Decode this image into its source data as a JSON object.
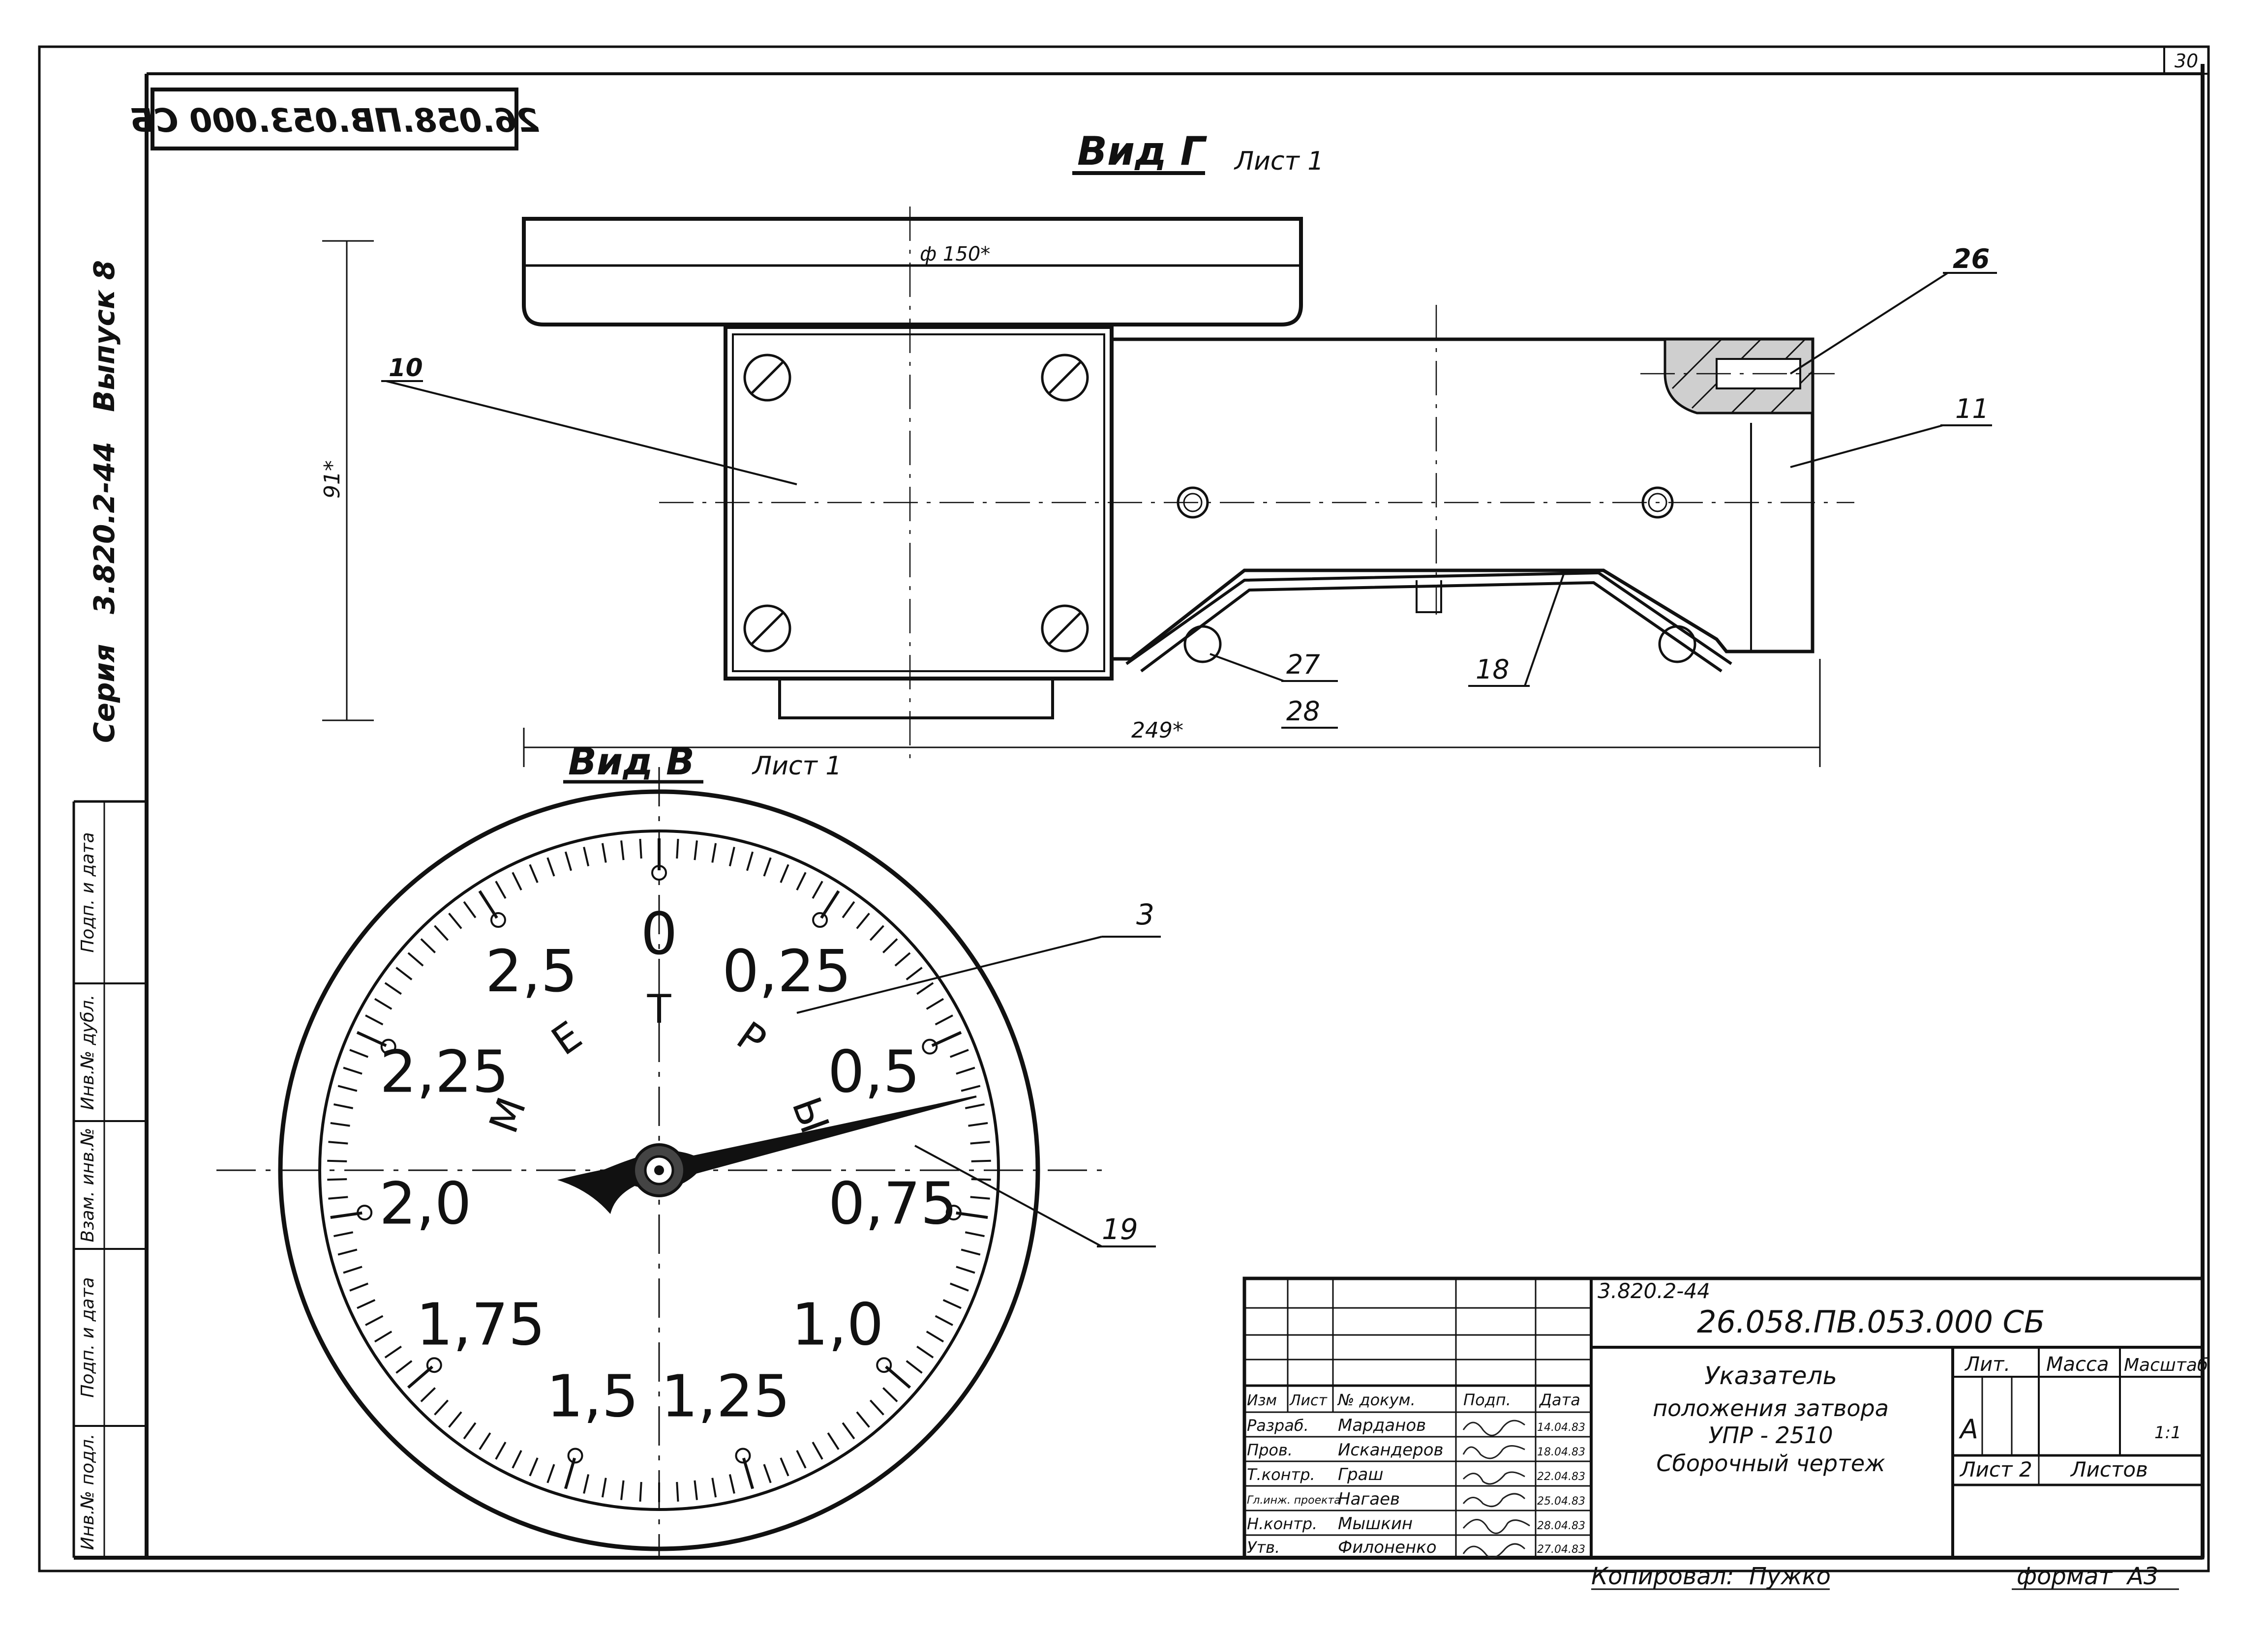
{
  "sheet_number": "30",
  "stamp_code_mirrored": "26.058.ПВ.053.000 СБ",
  "side_series": "Серия   3.820.2-44   Выпуск 8",
  "left_column_labels": [
    "Инв.№ подл.",
    "Подп. и дата",
    "Взам. инв.№",
    "Инв.№ дубл.",
    "Подп. и дата"
  ],
  "view_g": {
    "title": "Вид Г",
    "sheet_ref": "Лист 1",
    "dim_diameter": "ф 150*",
    "dim_height": "91*",
    "dim_length": "249*",
    "callouts": [
      "10",
      "26",
      "11",
      "27",
      "28",
      "18"
    ]
  },
  "view_v": {
    "title": "Вид В",
    "sheet_ref": "Лист 1",
    "unit_label": "МЕТРЫ",
    "scale_labels": [
      "0",
      "0,25",
      "0,5",
      "0,75",
      "1,0",
      "1,25",
      "1,5",
      "1,75",
      "2,0",
      "2,25",
      "2,5"
    ],
    "callouts": [
      "3",
      "19"
    ]
  },
  "title_block": {
    "series_code": "3.820.2-44",
    "doc_code": "26.058.ПВ.053.000 СБ",
    "title_lines": [
      "Указатель",
      "положения затвора",
      "УПР - 2510",
      "Сборочный чертеж"
    ],
    "headers": [
      "Изм",
      "Лист",
      "№ докум.",
      "Подп.",
      "Дата"
    ],
    "rows": [
      {
        "role": "Разраб.",
        "name": "Марданов",
        "date": "14.04.83"
      },
      {
        "role": "Пров.",
        "name": "Искандеров",
        "date": "18.04.83"
      },
      {
        "role": "Т.контр.",
        "name": "Граш",
        "date": "22.04.83"
      },
      {
        "role": "Гл.инж. проекта",
        "name": "Нагаев",
        "date": "25.04.83"
      },
      {
        "role": "Н.контр.",
        "name": "Мышкин",
        "date": "28.04.83"
      },
      {
        "role": "Утв.",
        "name": "Филоненко",
        "date": "27.04.83"
      }
    ],
    "lit_label": "Лит.",
    "lit_value": "А",
    "mass_label": "Масса",
    "scale_label": "Масштаб",
    "scale_value": "1:1",
    "sheet_label": "Лист",
    "sheet_value": "2",
    "sheets_label": "Листов"
  },
  "footer_copied": "Копировал:  Пужко",
  "footer_format": "формат  А3"
}
